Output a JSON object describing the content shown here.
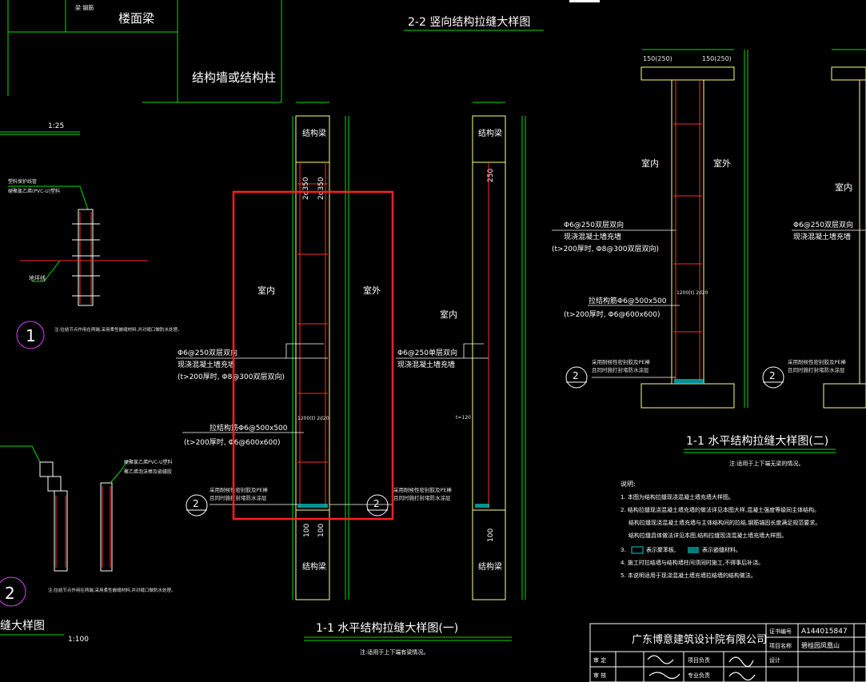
{
  "texts": {
    "top_label_small": "梁 钢筋",
    "floor_beam": "楼面梁",
    "struct_wall_col": "结构墙或结构柱",
    "scale_125": "1:25",
    "title_22": "2-2 竖向结构拉缝大样图",
    "beam_a": "结构梁",
    "beam_b": "结构梁",
    "beam_c": "结构梁",
    "beam_d": "结构梁",
    "dim_2d350_a": "2d350",
    "dim_2d350_b": "2d350",
    "dim_250": "250",
    "dim_100_a": "100",
    "dim_100_b": "100",
    "dim_100_c": "100",
    "indoor_a": "室内",
    "outdoor_a": "室外",
    "indoor_b": "室内",
    "indoor_c": "室内",
    "outdoor_c": "室外",
    "indoor_d": "室内",
    "rebar_note_a1": "Φ6@250双层双向",
    "rebar_note_a2": "现浇混凝土墙充墙",
    "rebar_note_a3": "(t>200厚时, Φ8@300双层双向)",
    "rebar_note_b1": "Φ6@250单层双向",
    "rebar_note_b2": "现浇混凝土墙充墙",
    "tie_note_a1": "拉结构筋Φ6@500x500",
    "tie_note_a2": "(t>200厚时, Φ6@600x600)",
    "tie_note_c1": "拉结构筋Φ6@500x500",
    "tie_note_c2": "(t>200厚时, Φ6@600x600)",
    "rebar_note_c1": "Φ6@250双层双向",
    "rebar_note_c2": "现浇混凝土墙充墙",
    "rebar_note_c3": "(t>200厚时, Φ8@300双层双向)",
    "rebar_note_d1": "Φ6@250双层双向",
    "rebar_note_d2": "现浇混凝土墙充墙",
    "seal_note_a1": "采用耐候性密封胶及PE棒",
    "seal_note_a2": "且同时施打封堵防水涂层",
    "seal_note_b1": "采用耐候性密封胶及PE棒",
    "seal_note_b2": "且同时施打封堵防水涂层",
    "seal_note_c1": "采用耐候性密封胶及PE棒",
    "seal_note_c2": "且同时施打封堵防水涂层",
    "seal_note_d1": "采用耐候性密封胶及PE棒",
    "seal_note_d2": "且同时施打封堵防水涂层",
    "mid_gap_a": "1200(t) 2d20",
    "mid_gap_c": "1200(t) 2d20",
    "t120": "t=120",
    "circle_2a": "2",
    "circle_2b": "2",
    "circle_2c": "2",
    "circle_2d": "2",
    "circle_1_big": "1",
    "circle_2_big": "2",
    "title_11a": "1-1 水平结构拉缝大样图(一)",
    "note_11a": "注:适用于上下端有梁情况。",
    "title_11b": "1-1 水平结构拉缝大样图(二)",
    "note_11b": "注:适用于上下端无梁的情况。",
    "dim_150_250_a": "150(250)",
    "dim_150_250_b": "150(250)",
    "left_note1_a": "塑料保护线管",
    "left_note1_b": "硬聚氯乙烯(PVC-U)塑料",
    "left_floor": "地坪线",
    "left_note2": "注:拉结节点作用在两端,采用柔性嵌缝材料,并对缝口做防水处理。",
    "left_note3_a": "硬聚氯乙烯PVC-U塑料",
    "left_note3_b": "聚乙烯泡沫棒及嵌缝胶",
    "left_note4": "注:拉结节点作用在两端,采用柔性嵌缝材料,并对缝口做防水处理。",
    "left_title": "缝大样图",
    "scale_1100": "1:100",
    "notes_head": "说明:",
    "note_1": "1. 本图为结构拉缝现浇混凝土墙充墙大样图。",
    "note_2": "2. 结构拉缝现浇混凝土墙充墙的做法详见本图大样,混凝土强度等级同主体结构。",
    "note_2b": "结构拉缝现浇混凝土墙充墙与主体结构间的拉结,钢筋锚固长度满足规范要求。",
    "note_2c": "结构拉缝具体做法详见本图,结构拉缝现浇混凝土墙充墙大样图。",
    "note_3a": "3.",
    "note_3b": "表示聚苯板,",
    "note_3c": "表示嵌缝材料。",
    "note_4": "4. 施工时拉结墙与结构墙柱间须同时施工,不得事后补浇。",
    "note_5": "5. 本说明适用于现浇混凝土墙充墙拉结墙的结构做法。",
    "company": "广东博意建筑设计院有限公司",
    "tb_label1": "证书编号",
    "tb_value1": "A144015847",
    "tb_label2": "项目名称",
    "tb_value2": "碧桂园凤凰山",
    "tb_row_a": "审  定",
    "tb_row_b": "审  核",
    "tb_sign_a": "项目负责",
    "tb_sign_b": "专业负责",
    "tb_designer": "设计"
  },
  "colors": {
    "background": "#000000",
    "wall_line": "#ffff80",
    "rebar": "#ff2a2a",
    "dimension": "#00e000",
    "cyan": "#00d0d0",
    "text": "#ffffff",
    "circle_magenta": "#e040ff",
    "highlight_box": "#ff2020"
  }
}
